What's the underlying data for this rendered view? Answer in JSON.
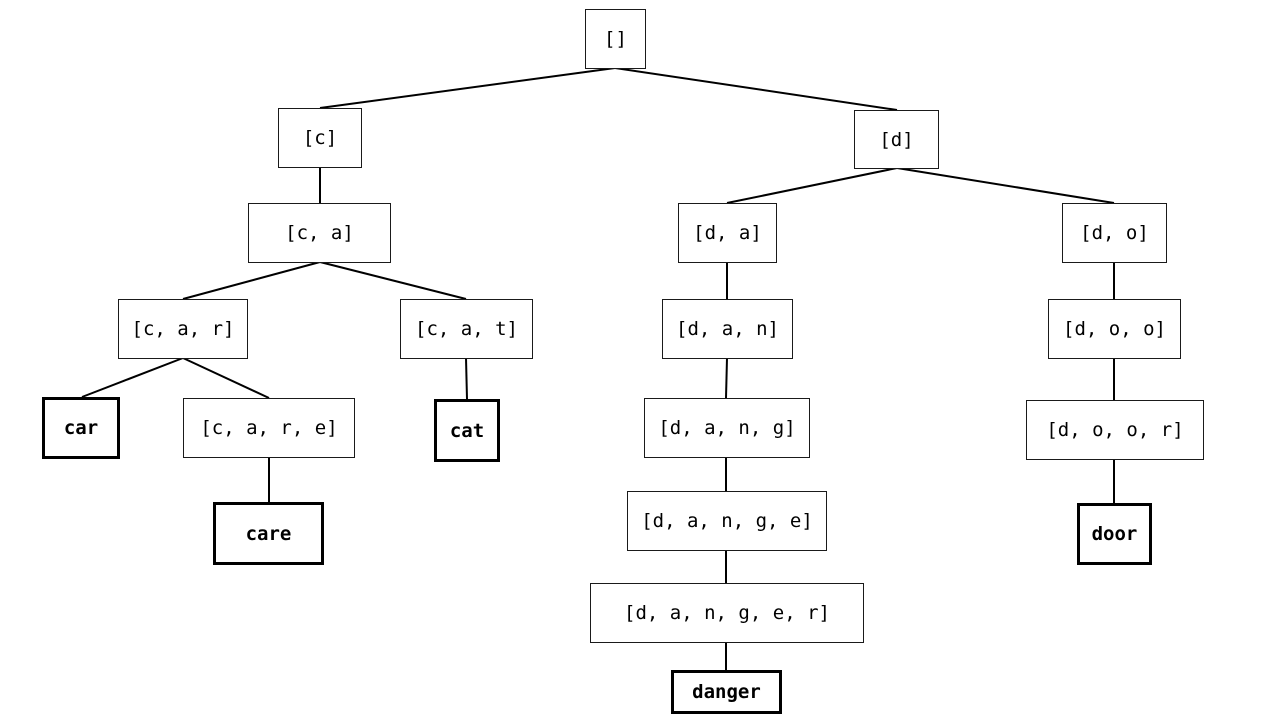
{
  "nodes": {
    "root": "[]",
    "c": "[c]",
    "d": "[d]",
    "ca": "[c, a]",
    "da": "[d, a]",
    "do": "[d, o]",
    "car": "[c, a, r]",
    "cat": "[c, a, t]",
    "dan": "[d, a, n]",
    "doo": "[d, o, o]",
    "car_word": "car",
    "care": "[c, a, r, e]",
    "cat_word": "cat",
    "dang": "[d, a, n, g]",
    "door": "[d, o, o, r]",
    "care_word": "care",
    "dange": "[d, a, n, g, e]",
    "door_word": "door",
    "danger": "[d, a, n, g, e, r]",
    "danger_word": "danger"
  },
  "colors": {
    "line": "#000000",
    "box_border": "#1a1a1a"
  }
}
